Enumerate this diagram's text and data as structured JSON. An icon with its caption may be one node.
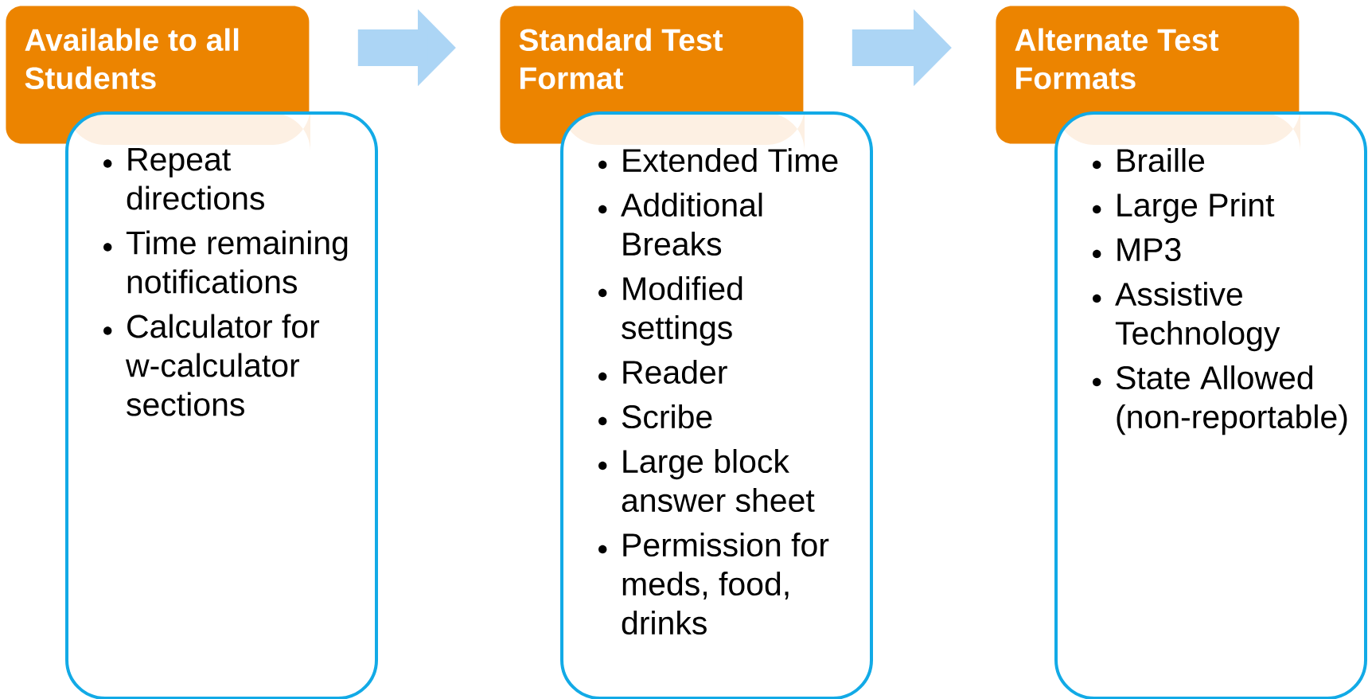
{
  "diagram": {
    "nodes": [
      {
        "text": [
          "Available to all Students"
        ]
      },
      {
        "text": [
          "Repeat directions",
          "Time remaining notifications",
          "Calculator for w-calculator sections"
        ]
      },
      {
        "text": [
          "Standard Test Format"
        ]
      },
      {
        "text": [
          "Extended Time",
          "Additional Breaks",
          "Modified settings",
          "Reader",
          "Scribe",
          "Large block answer sheet",
          "Permission for meds, food, drinks"
        ]
      },
      {
        "text": [
          "Alternate Test Formats"
        ]
      },
      {
        "text": [
          "Braille",
          "Large Print",
          "MP3",
          "Assistive Technology",
          "State Allowed (non-reportable)"
        ]
      }
    ],
    "edges": [
      {
        "from": 0,
        "to": 2,
        "arrow": "to"
      },
      {
        "from": 2,
        "to": 4,
        "arrow": "to"
      }
    ]
  }
}
